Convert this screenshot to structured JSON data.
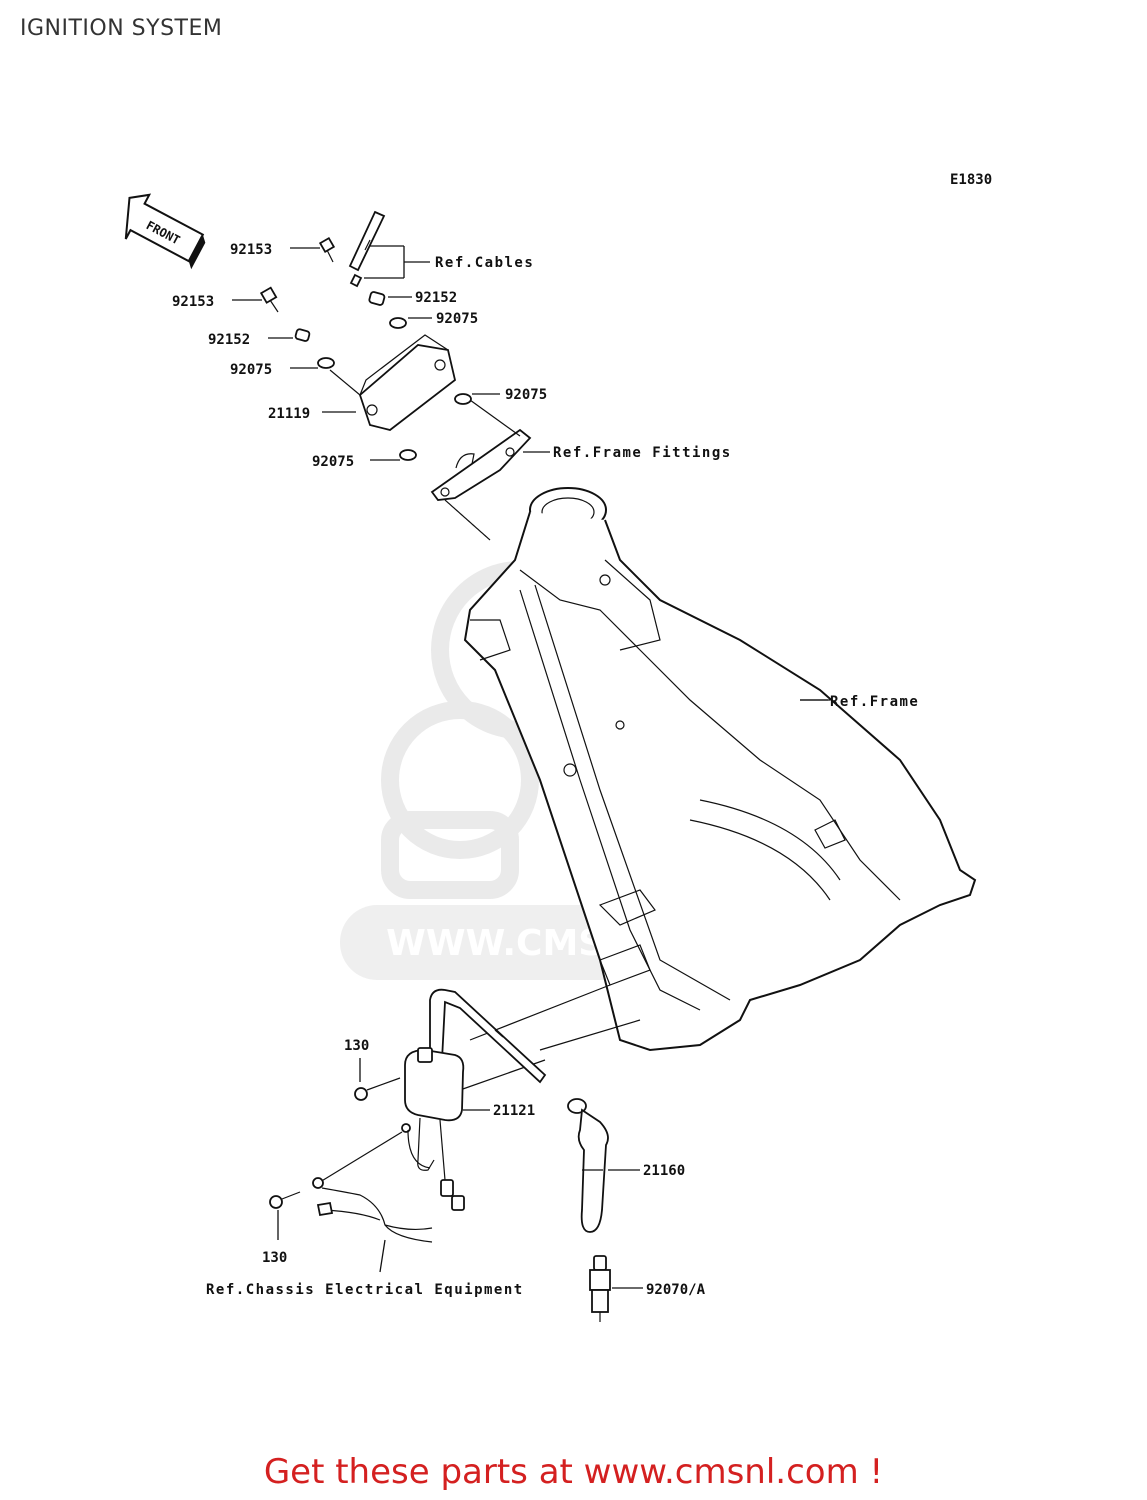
{
  "page_title": "IGNITION SYSTEM",
  "diagram_code": "E1830",
  "front_tag": "FRONT",
  "watermark": "WWW.CMSNL.COM",
  "callouts": {
    "p92153_a": "92153",
    "p92153_b": "92153",
    "p92152_a": "92152",
    "p92152_b": "92152",
    "p92075_a": "92075",
    "p92075_b": "92075",
    "p92075_c": "92075",
    "p92075_d": "92075",
    "p21119": "21119",
    "p130_a": "130",
    "p130_b": "130",
    "p21121": "21121",
    "p21160": "21160",
    "p92070": "92070/A"
  },
  "refs": {
    "cables": "Ref.Cables",
    "frame_fittings": "Ref.Frame Fittings",
    "frame": "Ref.Frame",
    "chassis": "Ref.Chassis Electrical Equipment"
  },
  "cta": "Get these parts at www.cmsnl.com !",
  "colors": {
    "cta": "#d42020",
    "line": "#111111",
    "watermark": "#d9d9d9"
  }
}
